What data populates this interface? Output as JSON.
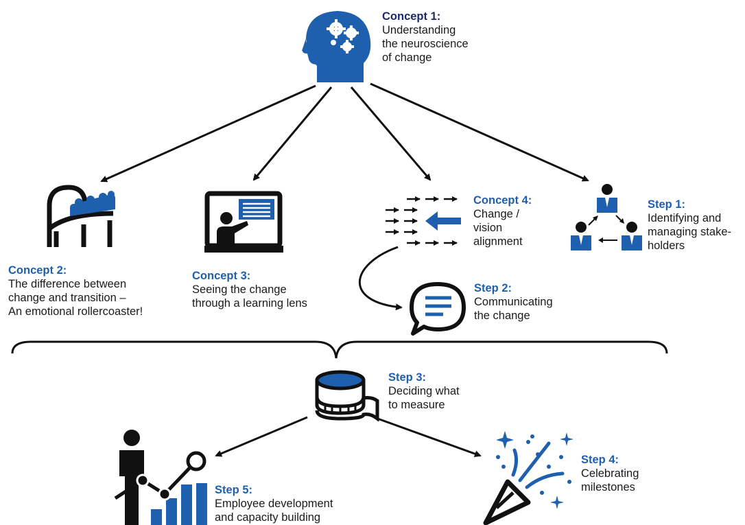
{
  "colors": {
    "blue": "#1E5FAE",
    "navy": "#1E2A66",
    "ink": "#111111"
  },
  "nodes": {
    "concept1": {
      "title": "Concept 1:",
      "text": "Understanding\nthe neuroscience\nof change",
      "icon": "head-with-gears-icon"
    },
    "concept2": {
      "title": "Concept 2:",
      "text": "The difference between\nchange and transition –\nAn emotional rollercoaster!",
      "icon": "rollercoaster-icon"
    },
    "concept3": {
      "title": "Concept 3:",
      "text": "Seeing the change\nthrough a learning lens",
      "icon": "teacher-at-board-icon"
    },
    "concept4": {
      "title": "Concept 4:",
      "text": "Change /\nvision\nalignment",
      "icon": "aligning-arrows-icon"
    },
    "step1": {
      "title": "Step 1:",
      "text": "Identifying and\nmanaging stake-\nholders",
      "icon": "stakeholders-network-icon"
    },
    "step2": {
      "title": "Step 2:",
      "text": "Communicating\nthe change",
      "icon": "speech-bubble-icon"
    },
    "step3": {
      "title": "Step 3:",
      "text": "Deciding what\nto measure",
      "icon": "measuring-tape-icon"
    },
    "step4": {
      "title": "Step 4:",
      "text": "Celebrating\nmilestones",
      "icon": "party-popper-icon"
    },
    "step5": {
      "title": "Step 5:",
      "text": "Employee development\nand capacity building",
      "icon": "person-growth-chart-icon"
    }
  }
}
